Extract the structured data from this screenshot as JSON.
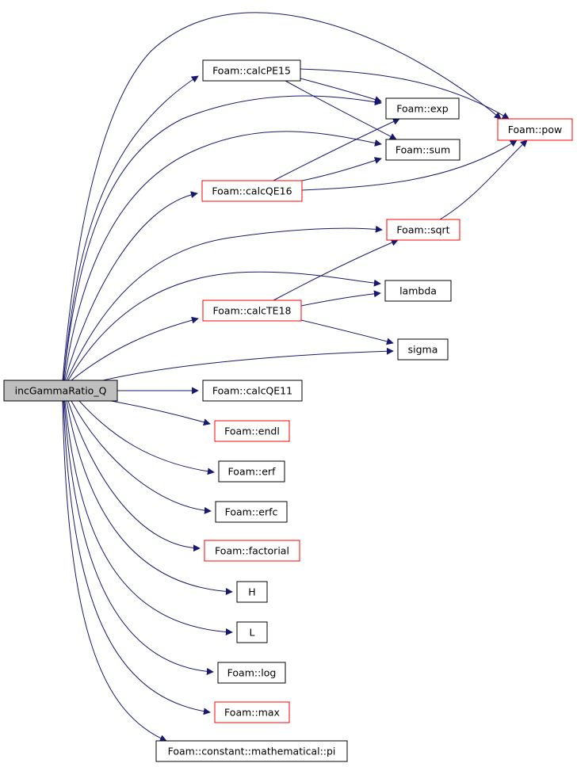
{
  "colors": {
    "edge": "#191970",
    "root_fill": "#bfbfbf",
    "node_border": "#000000",
    "linked_node_border": "#ff0000",
    "background": "#ffffff"
  },
  "nodes": {
    "root": {
      "label": "incGammaRatio_Q",
      "variant": "root"
    },
    "calcPE15": {
      "label": "Foam::calcPE15",
      "variant": "plain"
    },
    "exp": {
      "label": "Foam::exp",
      "variant": "plain"
    },
    "pow": {
      "label": "Foam::pow",
      "variant": "linked"
    },
    "sum": {
      "label": "Foam::sum",
      "variant": "plain"
    },
    "calcQE16": {
      "label": "Foam::calcQE16",
      "variant": "linked"
    },
    "sqrt": {
      "label": "Foam::sqrt",
      "variant": "linked"
    },
    "lambda": {
      "label": "lambda",
      "variant": "plain"
    },
    "calcTE18": {
      "label": "Foam::calcTE18",
      "variant": "linked"
    },
    "sigma": {
      "label": "sigma",
      "variant": "plain"
    },
    "calcQE11": {
      "label": "Foam::calcQE11",
      "variant": "plain"
    },
    "endl": {
      "label": "Foam::endl",
      "variant": "linked"
    },
    "erf": {
      "label": "Foam::erf",
      "variant": "plain"
    },
    "erfc": {
      "label": "Foam::erfc",
      "variant": "plain"
    },
    "factorial": {
      "label": "Foam::factorial",
      "variant": "linked"
    },
    "H": {
      "label": "H",
      "variant": "plain"
    },
    "L": {
      "label": "L",
      "variant": "plain"
    },
    "log": {
      "label": "Foam::log",
      "variant": "plain"
    },
    "max": {
      "label": "Foam::max",
      "variant": "linked"
    },
    "pi": {
      "label": "Foam::constant::mathematical::pi",
      "variant": "plain"
    }
  },
  "edges": [
    {
      "from": "root",
      "to": "calcPE15"
    },
    {
      "from": "root",
      "to": "pow"
    },
    {
      "from": "root",
      "to": "exp"
    },
    {
      "from": "root",
      "to": "sum"
    },
    {
      "from": "root",
      "to": "calcQE16"
    },
    {
      "from": "root",
      "to": "sqrt"
    },
    {
      "from": "root",
      "to": "lambda"
    },
    {
      "from": "root",
      "to": "calcTE18"
    },
    {
      "from": "root",
      "to": "sigma"
    },
    {
      "from": "root",
      "to": "calcQE11"
    },
    {
      "from": "root",
      "to": "endl"
    },
    {
      "from": "root",
      "to": "erf"
    },
    {
      "from": "root",
      "to": "erfc"
    },
    {
      "from": "root",
      "to": "factorial"
    },
    {
      "from": "root",
      "to": "H"
    },
    {
      "from": "root",
      "to": "L"
    },
    {
      "from": "root",
      "to": "log"
    },
    {
      "from": "root",
      "to": "max"
    },
    {
      "from": "root",
      "to": "pi"
    },
    {
      "from": "calcPE15",
      "to": "exp"
    },
    {
      "from": "calcPE15",
      "to": "pow"
    },
    {
      "from": "calcPE15",
      "to": "sum"
    },
    {
      "from": "calcQE16",
      "to": "exp"
    },
    {
      "from": "calcQE16",
      "to": "sum"
    },
    {
      "from": "calcQE16",
      "to": "pow"
    },
    {
      "from": "sqrt",
      "to": "pow"
    },
    {
      "from": "calcTE18",
      "to": "sqrt"
    },
    {
      "from": "calcTE18",
      "to": "lambda"
    },
    {
      "from": "calcTE18",
      "to": "sigma"
    }
  ]
}
